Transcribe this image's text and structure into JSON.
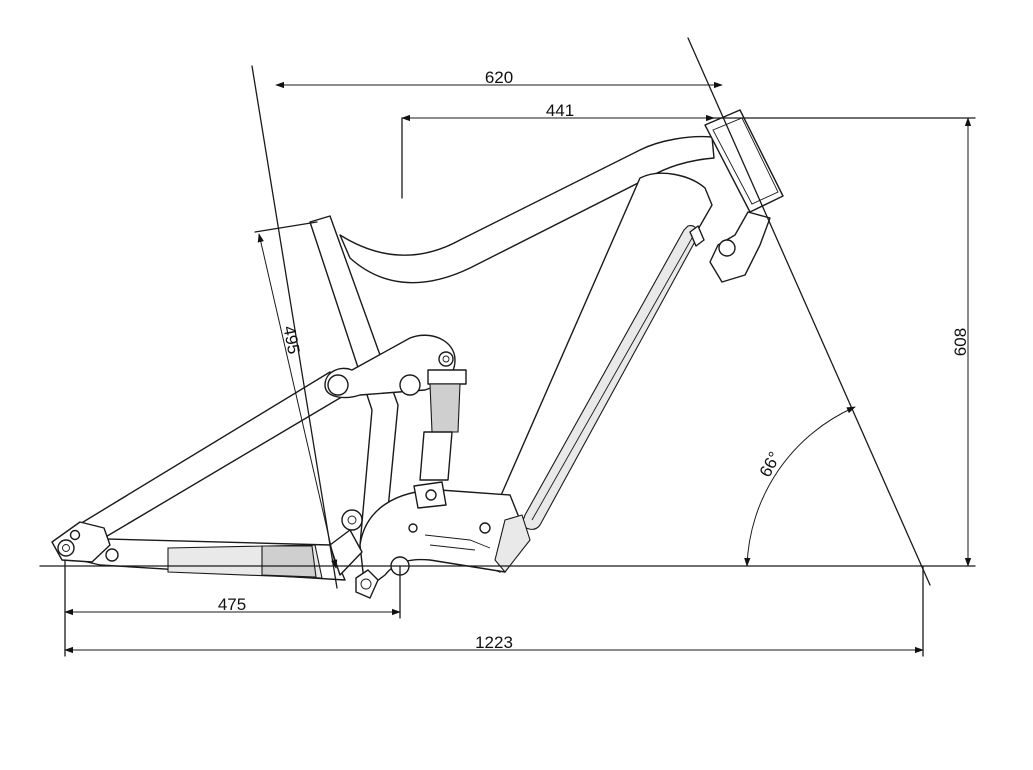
{
  "dimensions": {
    "reach": "620",
    "stack_offset": "441",
    "seat_tube": "495",
    "stack": "608",
    "head_angle": "66°",
    "chainstay": "475",
    "wheelbase": "1223"
  }
}
